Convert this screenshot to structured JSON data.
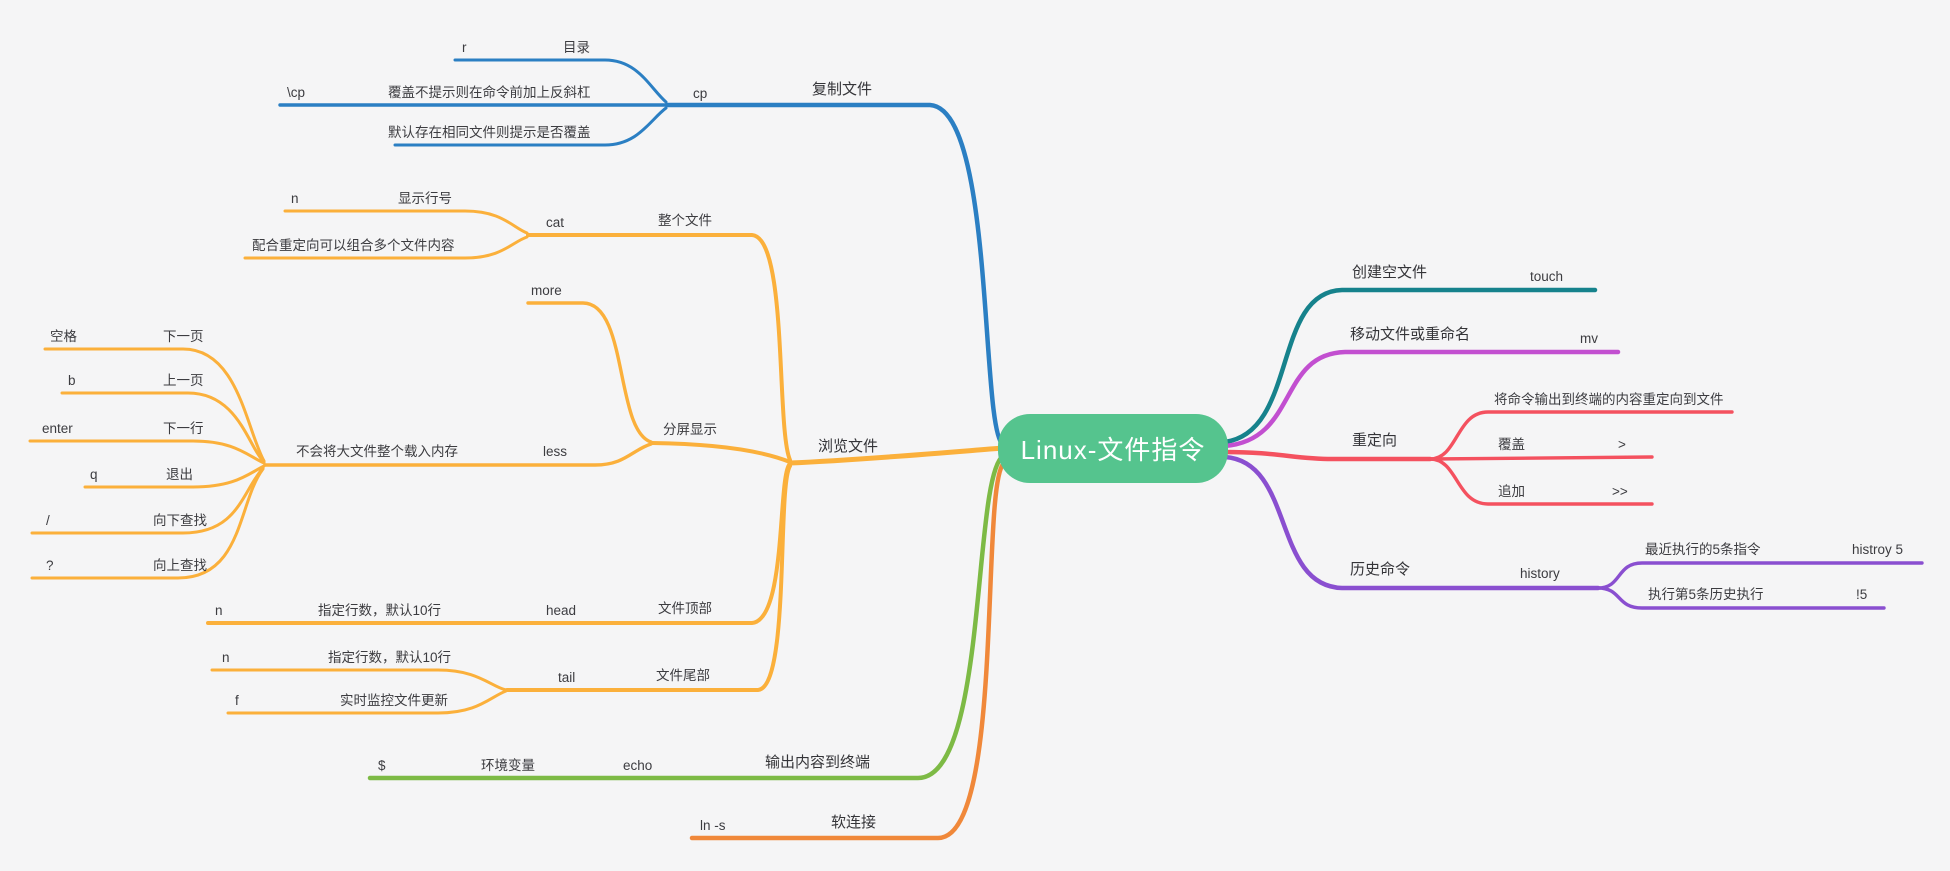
{
  "title": "Linux-文件指令",
  "root": {
    "label": "Linux-文件指令",
    "bg": "#55c48e"
  },
  "branches": {
    "copy": {
      "label": "复制文件",
      "cmd": "cp",
      "color": "#2b7fc3",
      "children": {
        "dir": {
          "label": "目录",
          "key": "r"
        },
        "no_prompt": {
          "label": "覆盖不提示则在命令前加上反斜杠",
          "key": "\\cp"
        },
        "prompt_default": {
          "label": "默认存在相同文件则提示是否覆盖"
        }
      }
    },
    "browse": {
      "label": "浏览文件",
      "color": "#fbb03b",
      "children": {
        "whole": {
          "label": "整个文件",
          "cmd": "cat",
          "children": {
            "line_no": {
              "label": "显示行号",
              "key": "n"
            },
            "combine": {
              "label": "配合重定向可以组合多个文件内容"
            }
          }
        },
        "paged": {
          "label": "分屏显示",
          "children": {
            "more": {
              "cmd": "more"
            },
            "less": {
              "cmd": "less",
              "note": "不会将大文件整个载入内存",
              "children": {
                "next_page": {
                  "label": "下一页",
                  "key": "空格"
                },
                "prev_page": {
                  "label": "上一页",
                  "key": "b"
                },
                "next_line": {
                  "label": "下一行",
                  "key": "enter"
                },
                "quit": {
                  "label": "退出",
                  "key": "q"
                },
                "search_down": {
                  "label": "向下查找",
                  "key": "/"
                },
                "search_up": {
                  "label": "向上查找",
                  "key": "?"
                }
              }
            }
          }
        },
        "top": {
          "label": "文件顶部",
          "cmd": "head",
          "children": {
            "lines": {
              "label": "指定行数，默认10行",
              "key": "n"
            }
          }
        },
        "bottom": {
          "label": "文件尾部",
          "cmd": "tail",
          "children": {
            "lines": {
              "label": "指定行数，默认10行",
              "key": "n"
            },
            "monitor": {
              "label": "实时监控文件更新",
              "key": "f"
            }
          }
        }
      }
    },
    "echo_out": {
      "label": "输出内容到终端",
      "cmd": "echo",
      "color": "#7dba45",
      "children": {
        "env": {
          "label": "环境变量",
          "key": "$"
        }
      }
    },
    "softlink": {
      "label": "软连接",
      "cmd": "ln -s",
      "color": "#f0883a"
    },
    "touch_create": {
      "label": "创建空文件",
      "cmd": "touch",
      "color": "#16828c"
    },
    "move": {
      "label": "移动文件或重命名",
      "cmd": "mv",
      "color": "#c24fd0"
    },
    "redirect": {
      "label": "重定向",
      "color": "#f4515f",
      "children": {
        "desc": {
          "label": "将命令输出到终端的内容重定向到文件"
        },
        "overwrite": {
          "label": "覆盖",
          "op": ">"
        },
        "append": {
          "label": "追加",
          "op": ">>"
        }
      }
    },
    "history": {
      "label": "历史命令",
      "cmd": "history",
      "color": "#8a4fd0",
      "children": {
        "recent5": {
          "label": "最近执行的5条指令",
          "cmd": "histroy 5"
        },
        "exec5": {
          "label": "执行第5条历史执行",
          "cmd": "!5"
        }
      }
    }
  }
}
